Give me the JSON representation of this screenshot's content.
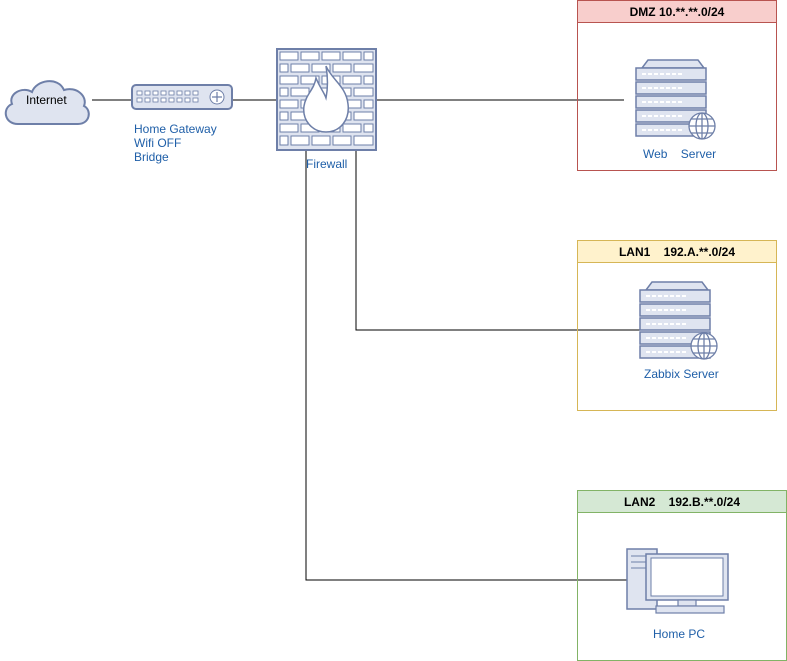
{
  "internet": {
    "label": "Internet"
  },
  "gateway": {
    "lines": [
      "Home Gateway",
      "Wifi OFF",
      "Bridge"
    ]
  },
  "firewall": {
    "label": "Firewall"
  },
  "zones": {
    "dmz": {
      "title": "DMZ 10.**.**.0/24",
      "head_bg": "#f8cecc",
      "border": "#b85450",
      "device_label": "Web    Server"
    },
    "lan1": {
      "title": "LAN1    192.A.**.0/24",
      "head_bg": "#fff2cc",
      "border": "#d6b656",
      "device_label": "Zabbix Server"
    },
    "lan2": {
      "title": "LAN2    192.B.**.0/24",
      "head_bg": "#d5e8d4",
      "border": "#82b366",
      "device_label": "Home PC"
    }
  },
  "colors": {
    "icon_fill": "#dfe4f0",
    "icon_stroke": "#6e7fa8",
    "label_blue": "#1f5fa8",
    "line": "#000000"
  }
}
